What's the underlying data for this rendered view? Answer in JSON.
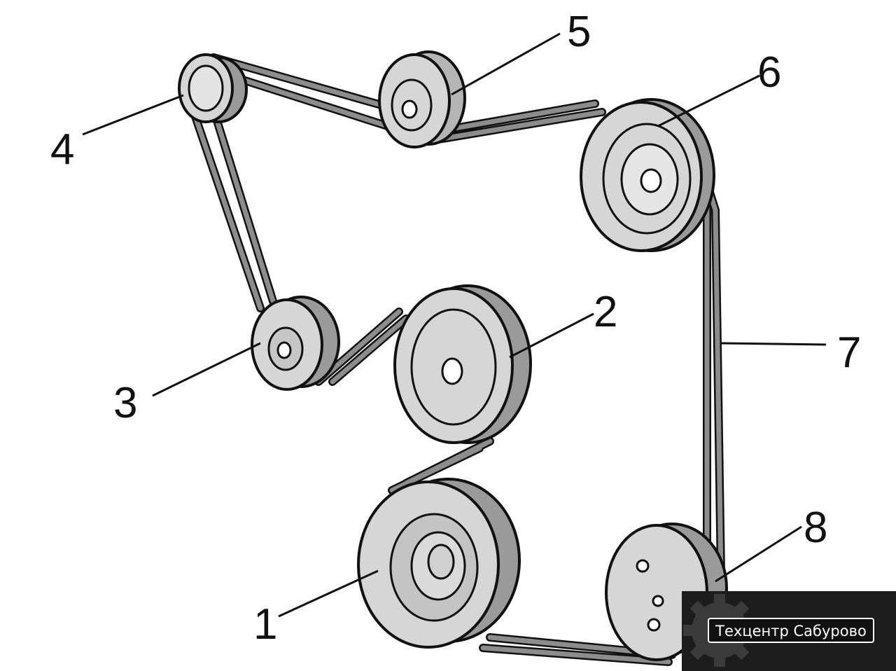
{
  "diagram": {
    "callouts": {
      "c1": "1",
      "c2": "2",
      "c3": "3",
      "c4": "4",
      "c5": "5",
      "c6": "6",
      "c7": "7",
      "c8": "8"
    }
  },
  "watermark": {
    "text": "Техцентр Сабурово",
    "icon": "gear-icon"
  },
  "colors": {
    "belt": "#8c8c8c",
    "pulley_face": "#d6d6d6",
    "pulley_rim": "#9a9a9a",
    "outline": "#111111",
    "watermark_bg": "#1c1c1c"
  }
}
